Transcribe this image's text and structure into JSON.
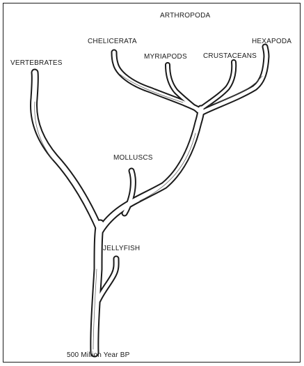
{
  "diagram": {
    "labels": {
      "arthropoda": "ARTHROPODA",
      "chelicerata": "CHELICERATA",
      "myriapods": "MYRIAPODS",
      "crustaceans": "CRUSTACEANS",
      "hexapoda": "HEXAPODA",
      "vertebrates": "VERTEBRATES",
      "molluscs": "MOLLUSCS",
      "jellyfish": "JELLYFISH",
      "root": "500 Million Year BP"
    },
    "colors": {
      "ink": "#1a1a1a",
      "paper": "#ffffff"
    }
  }
}
